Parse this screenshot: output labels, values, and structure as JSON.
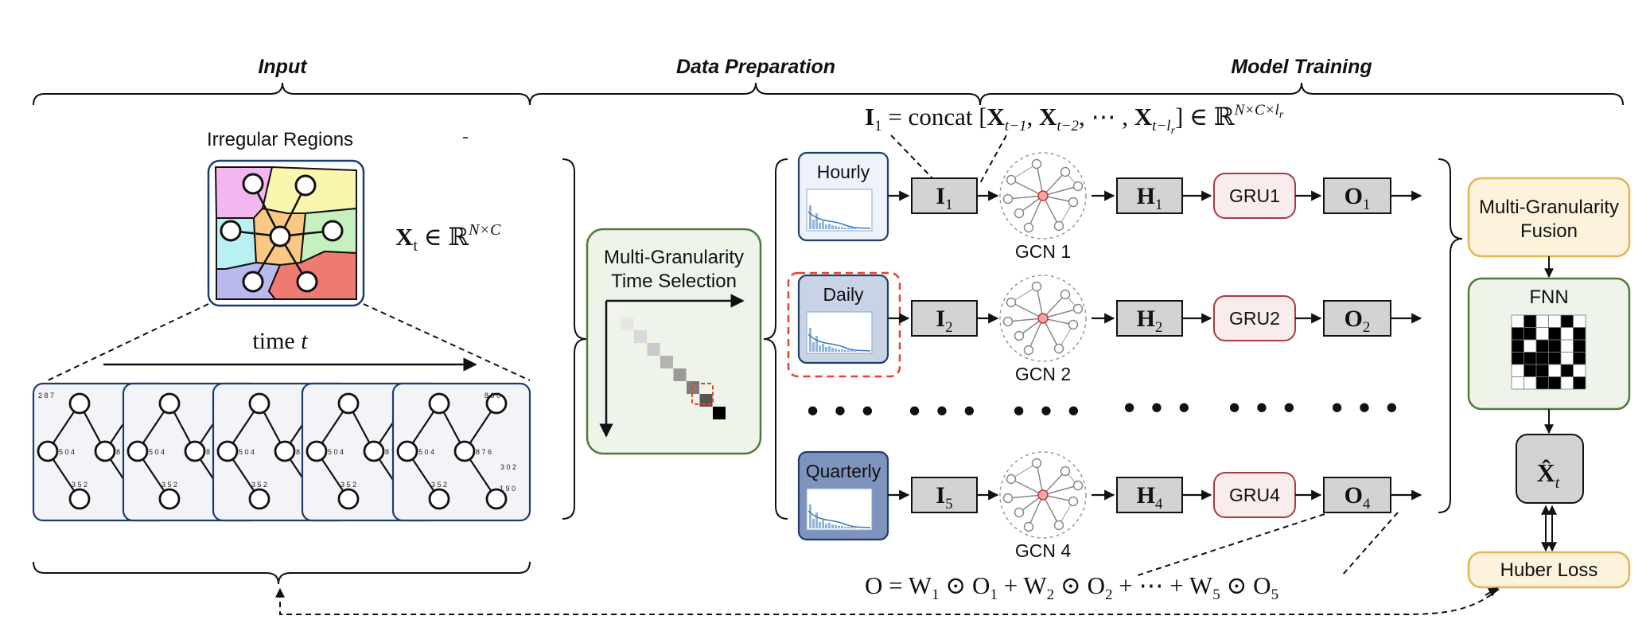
{
  "sections": {
    "input": "Input",
    "data_preparation": "Data Preparation",
    "model_training": "Model Training"
  },
  "input_panel": {
    "regions_title": "Irregular Regions",
    "xt_formula": "X_t ∈ ℝ^{N×C}",
    "time_axis_label": "time t"
  },
  "selection_panel": {
    "title_line1": "Multi-Granularity",
    "title_line2": "Time Selection"
  },
  "input_concat_formula": "I₁ = concat [X_{t−1}, X_{t−2}, ⋯ , X_{t−l_r}] ∈ ℝ^{N×C×l_r}",
  "branches": [
    {
      "granularity": "Hourly",
      "input": "I",
      "input_sub": "1",
      "gcn": "GCN 1",
      "hidden": "H",
      "hidden_sub": "1",
      "gru": "GRU1",
      "output": "O",
      "output_sub": "1"
    },
    {
      "granularity": "Daily",
      "input": "I",
      "input_sub": "2",
      "gcn": "GCN 2",
      "hidden": "H",
      "hidden_sub": "2",
      "gru": "GRU2",
      "output": "O",
      "output_sub": "2"
    },
    {
      "granularity": "Quarterly",
      "input": "I",
      "input_sub": "5",
      "gcn": "GCN 4",
      "hidden": "H",
      "hidden_sub": "4",
      "gru": "GRU4",
      "output": "O",
      "output_sub": "4"
    }
  ],
  "ellipsis": "• • •",
  "fusion_formula": "O = W₁ ⊙ O₁ + W₂ ⊙ O₂ + ⋯ + W₅ ⊙ O₅",
  "right_panel": {
    "fusion_line1": "Multi-Granularity",
    "fusion_line2": "Fusion",
    "fnn": "FNN",
    "prediction": "X̂",
    "prediction_sub": "t",
    "loss": "Huber Loss"
  },
  "mini_graph_labels": [
    "2 8 7",
    "8 9 0",
    "5 0 4",
    "8 7 6",
    "3 0 2",
    "3 5 2",
    "1 9 0"
  ],
  "colors": {
    "hourly_fill": "#eef3fb",
    "daily_fill": "#c9d3e6",
    "quarterly_fill": "#7f93bf",
    "panel_green_fill": "#eef4ea",
    "panel_green_stroke": "#4f7a3a",
    "gru_fill": "#f8eced",
    "gru_stroke": "#a93a44",
    "loss_fill": "#fdf3dc",
    "loss_stroke": "#e3b653",
    "box_grey": "#d3d3d3",
    "highlight_red": "#e2432c",
    "region_pink": "#f3b7ef",
    "region_yellow": "#fbf6ad",
    "region_cyan": "#b8f1ef",
    "region_orange": "#f9c882",
    "region_green": "#c6f0bf",
    "region_blue": "#b9b9ef",
    "region_red": "#ee7a72"
  }
}
